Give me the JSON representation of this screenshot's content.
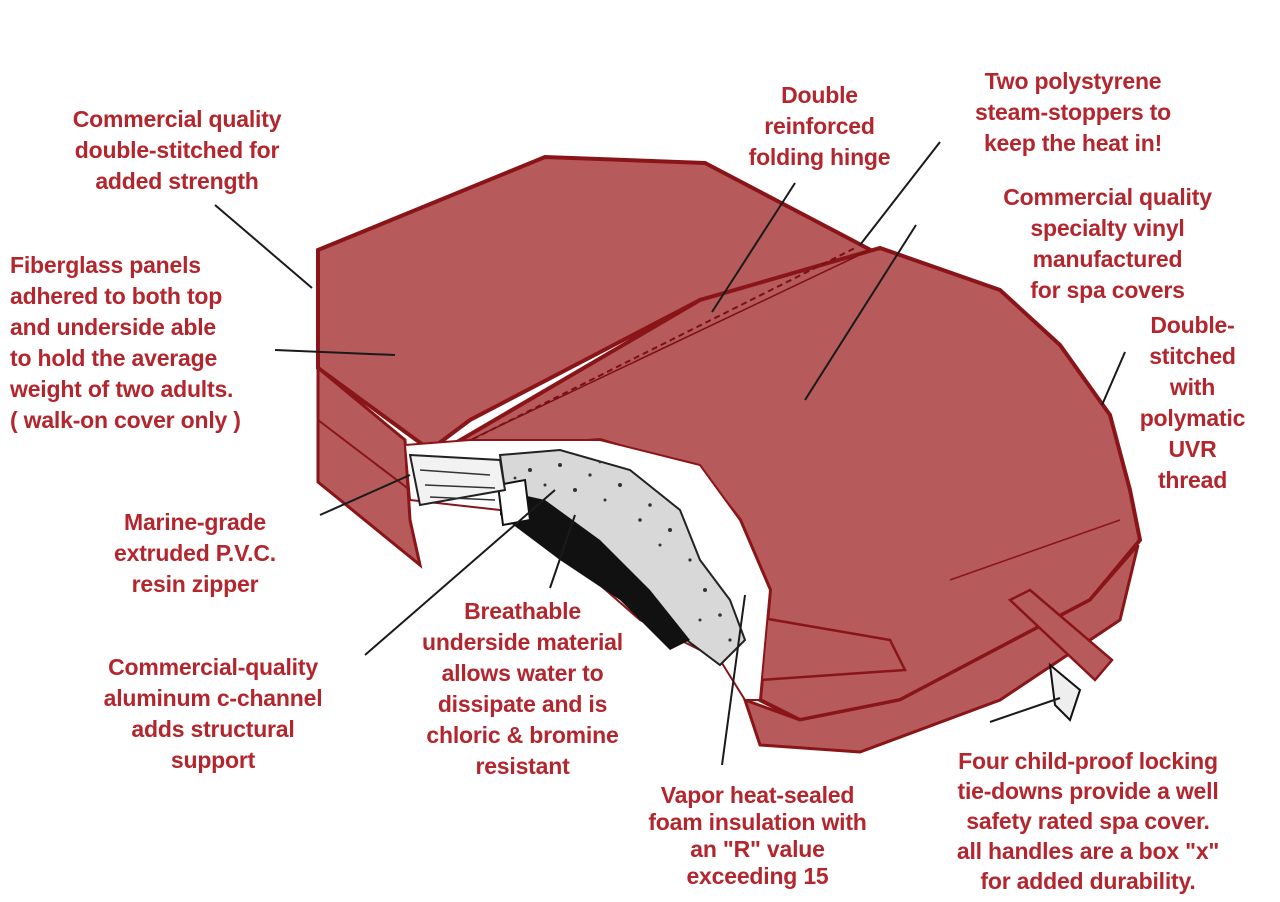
{
  "diagram": {
    "subject": "Spa cover cutaway",
    "colors": {
      "cover_fill": "#b75a5c",
      "cover_outline": "#8a1518",
      "label_text": "#b3262e",
      "leader_line": "#1a1a1a",
      "background": "#ffffff"
    },
    "labels": {
      "stitching": "Commercial quality\ndouble-stitched for\nadded strength",
      "fiberglass": "Fiberglass panels\nadhered to both top\nand underside able\nto hold the average\nweight of two adults.\n( walk-on cover only )",
      "hinge": "Double\nreinforced\nfolding hinge",
      "steam_stoppers": "Two polystyrene\nsteam-stoppers to\nkeep the heat in!",
      "vinyl": "Commercial quality\nspecialty vinyl\nmanufactured\nfor spa covers",
      "thread": "Double-\nstitched\nwith\npolymatic\nUVR\nthread",
      "zipper": "Marine-grade\nextruded P.V.C.\nresin zipper",
      "c_channel": "Commercial-quality\naluminum c-channel\nadds structural\nsupport",
      "breathable": "Breathable\nunderside material\nallows water to\ndissipate and is\nchloric & bromine\nresistant",
      "foam": "Vapor heat-sealed\nfoam insulation with\nan \"R\" value\nexceeding 15",
      "tie_downs": "Four child-proof locking\ntie-downs provide a well\nsafety rated spa cover.\nall handles are a box \"x\"\nfor added durability."
    }
  }
}
